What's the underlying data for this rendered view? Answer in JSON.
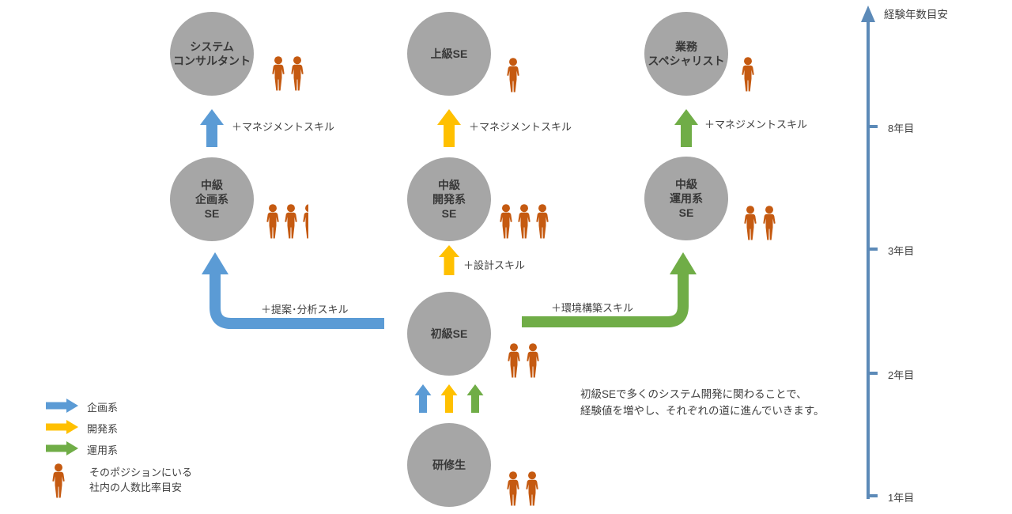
{
  "colors": {
    "planning_blue": "#5B9BD5",
    "dev_yellow": "#FFC000",
    "ops_green": "#70AD47",
    "node_gray": "#A6A6A6",
    "person_orange": "#C55A11",
    "axis_blue": "#5C8AB8",
    "text_dark": "#3F3F3F"
  },
  "nodes": {
    "system_consultant": {
      "label": "システム\nコンサルタント",
      "people_count": 2
    },
    "senior_se": {
      "label": "上級SE",
      "people_count": 1
    },
    "business_specialist": {
      "label": "業務\nスペシャリスト",
      "people_count": 1
    },
    "mid_planning_se": {
      "label": "中級\n企画系\nSE",
      "people_count": 2.5
    },
    "mid_dev_se": {
      "label": "中級\n開発系\nSE",
      "people_count": 3
    },
    "mid_ops_se": {
      "label": "中級\n運用系\nSE",
      "people_count": 2
    },
    "junior_se": {
      "label": "初級SE",
      "people_count": 2
    },
    "trainee": {
      "label": "研修生",
      "people_count": 2
    }
  },
  "skill_labels": {
    "management_planning": "＋マネジメントスキル",
    "management_dev": "＋マネジメントスキル",
    "management_ops": "＋マネジメントスキル",
    "design": "＋設計スキル",
    "proposal_analysis": "＋提案･分析スキル",
    "environment_build": "＋環境構築スキル"
  },
  "axis": {
    "title": "経験年数目安",
    "ticks": [
      {
        "label": "8年目"
      },
      {
        "label": "3年目"
      },
      {
        "label": "2年目"
      },
      {
        "label": "1年目"
      }
    ]
  },
  "legend": {
    "planning": "企画系",
    "development": "開発系",
    "operations": "運用系",
    "person_note": "そのポジションにいる\n社内の人数比率目安"
  },
  "note": "初級SEで多くのシステム開発に関わることで、\n経験値を増やし、それぞれの道に進んでいきます。"
}
